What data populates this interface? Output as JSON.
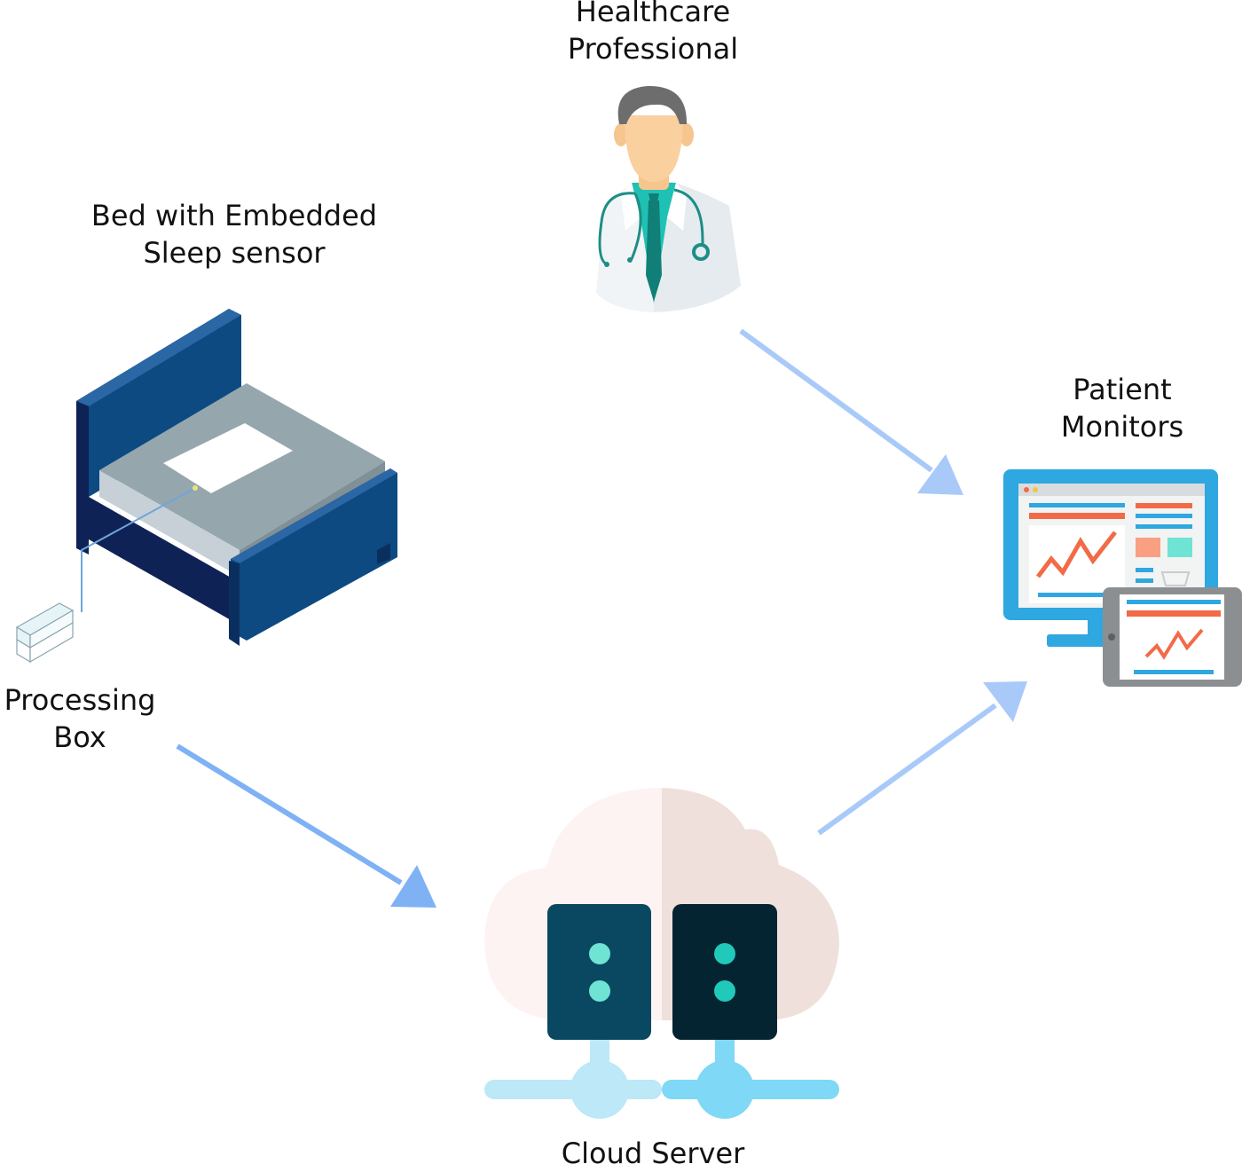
{
  "nodes": {
    "healthcare_professional": {
      "label_line1": "Healthcare",
      "label_line2": "Professional",
      "icon": "doctor-icon"
    },
    "bed": {
      "label_line1": "Bed with Embedded",
      "label_line2": "Sleep sensor",
      "icon": "bed-icon"
    },
    "patient_monitors": {
      "label_line1": "Patient",
      "label_line2": "Monitors",
      "icon": "monitor-tablet-icon"
    },
    "processing_box": {
      "label_line1": "Processing",
      "label_line2": "Box",
      "icon": "box-icon"
    },
    "cloud_server": {
      "label": "Cloud Server",
      "icon": "cloud-server-icon"
    }
  },
  "edges": [
    {
      "from": "processing_box",
      "to": "cloud_server"
    },
    {
      "from": "cloud_server",
      "to": "patient_monitors"
    },
    {
      "from": "healthcare_professional",
      "to": "patient_monitors"
    }
  ],
  "colors": {
    "arrow_dark": "#7fb1f5",
    "arrow_light": "#a9caf8",
    "bed_blue": "#0d4a82",
    "bed_dark": "#0f2256",
    "mattress": "#95a7ad",
    "cloud_left": "#fdf3f2",
    "cloud_right": "#efe0dc",
    "server_left": "#0a4861",
    "server_right": "#052431",
    "server_dot": "#6fe3d4",
    "network": "#bce8f7",
    "monitor_blue": "#2fa7e0",
    "chart_orange": "#f26a48",
    "doctor_teal": "#1fc1b4"
  }
}
